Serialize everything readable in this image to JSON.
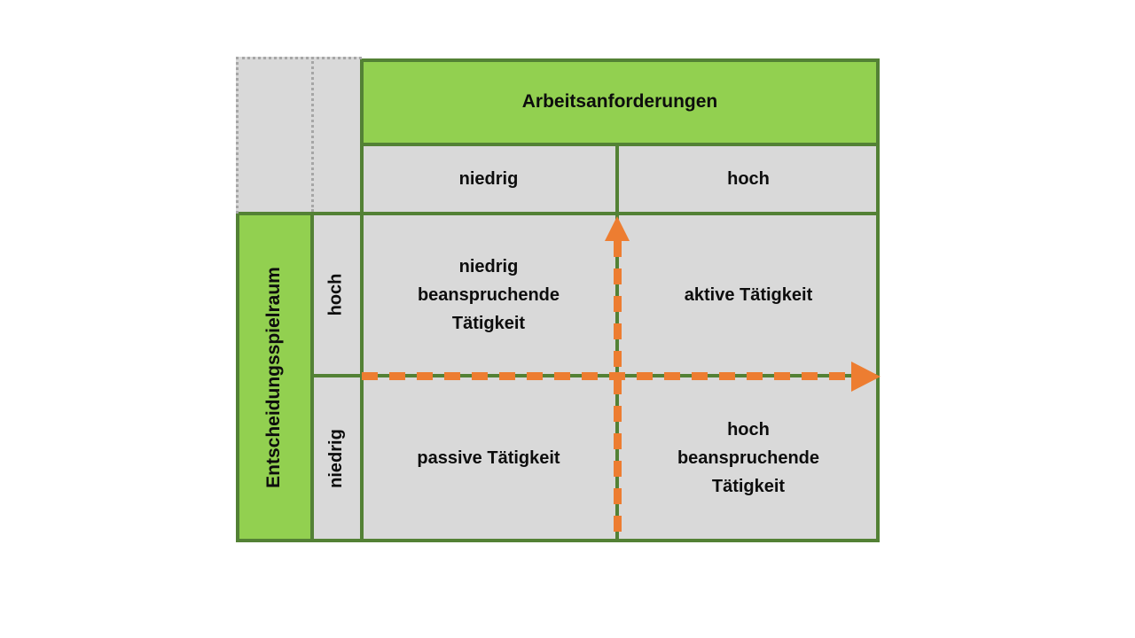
{
  "matrix": {
    "top_axis": {
      "label": "Arbeitsanforderungen",
      "levels": [
        "niedrig",
        "hoch"
      ]
    },
    "left_axis": {
      "label": "Entscheidungsspielraum",
      "levels": [
        "hoch",
        "niedrig"
      ]
    },
    "quadrants": {
      "top_left": {
        "label": "niedrig\nbeanspruchende\nTätigkeit"
      },
      "top_right": {
        "label": "aktive Tätigkeit"
      },
      "bottom_left": {
        "label": "passive Tätigkeit"
      },
      "bottom_right": {
        "label": "hoch\nbeanspruchende\nTätigkeit"
      }
    },
    "arrows": {
      "vertical_icon": "up-arrow",
      "horizontal_icon": "right-arrow"
    },
    "colors": {
      "header_fill": "#92D050",
      "grid_border": "#538135",
      "cell_fill": "#D9D9D9",
      "dotted_border": "#A6A6A6",
      "arrow": "#ED7D31",
      "text": "#0D0D0D",
      "background": "#FFFFFF"
    }
  }
}
